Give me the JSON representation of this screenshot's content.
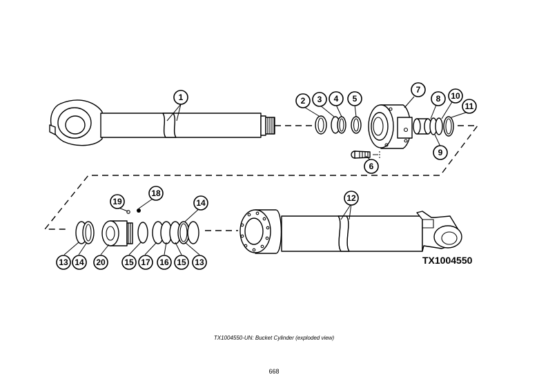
{
  "figure_id": "TX1004550",
  "caption": "TX1004550-UN: Bucket Cylinder (exploded view)",
  "page_number": "668",
  "callouts": [
    {
      "label": "1"
    },
    {
      "label": "2"
    },
    {
      "label": "3"
    },
    {
      "label": "4"
    },
    {
      "label": "5"
    },
    {
      "label": "7"
    },
    {
      "label": "8"
    },
    {
      "label": "10"
    },
    {
      "label": "11"
    },
    {
      "label": "9"
    },
    {
      "label": "6"
    },
    {
      "label": "18"
    },
    {
      "label": "19"
    },
    {
      "label": "14"
    },
    {
      "label": "12"
    },
    {
      "label": "13"
    },
    {
      "label": "14"
    },
    {
      "label": "20"
    },
    {
      "label": "15"
    },
    {
      "label": "17"
    },
    {
      "label": "16"
    },
    {
      "label": "15"
    },
    {
      "label": "13"
    }
  ]
}
